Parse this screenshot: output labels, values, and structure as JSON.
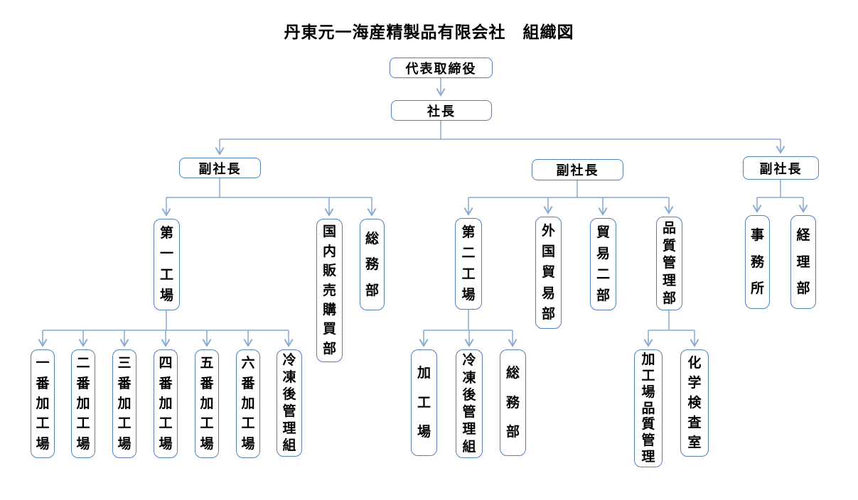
{
  "title": "丹東元一海産精製品有限会社　組織図",
  "colors": {
    "box_border": "#4f81bd",
    "connector_line": "#85a9d4",
    "text": "#000000",
    "background": "#ffffff"
  },
  "org": {
    "nodes": [
      {
        "id": "ceo",
        "label": "代表取締役",
        "parent": null
      },
      {
        "id": "president",
        "label": "社長",
        "parent": "ceo"
      },
      {
        "id": "vp-1",
        "label": "副社長",
        "parent": "president"
      },
      {
        "id": "vp-2",
        "label": "副社長",
        "parent": "president"
      },
      {
        "id": "vp-3",
        "label": "副社長",
        "parent": "president"
      },
      {
        "id": "factory-1",
        "label": "第一工場",
        "parent": "vp-1"
      },
      {
        "id": "domestic-sales",
        "label": "国内販売購買部",
        "parent": "vp-1"
      },
      {
        "id": "general-affairs-1",
        "label": "総務部",
        "parent": "vp-1"
      },
      {
        "id": "plant-1",
        "label": "一番加工場",
        "parent": "factory-1"
      },
      {
        "id": "plant-2",
        "label": "二番加工場",
        "parent": "factory-1"
      },
      {
        "id": "plant-3",
        "label": "三番加工場",
        "parent": "factory-1"
      },
      {
        "id": "plant-4",
        "label": "四番加工場",
        "parent": "factory-1"
      },
      {
        "id": "plant-5",
        "label": "五番加工場",
        "parent": "factory-1"
      },
      {
        "id": "plant-6",
        "label": "六番加工場",
        "parent": "factory-1"
      },
      {
        "id": "post-freezing-1",
        "label": "冷凍後管理組",
        "parent": "factory-1"
      },
      {
        "id": "factory-2",
        "label": "第二工場",
        "parent": "vp-2"
      },
      {
        "id": "foreign-trade",
        "label": "外国貿易部",
        "parent": "vp-2"
      },
      {
        "id": "trade-2",
        "label": "貿易二部",
        "parent": "vp-2"
      },
      {
        "id": "quality-control",
        "label": "品質管理部",
        "parent": "vp-2"
      },
      {
        "id": "processing-plant",
        "label": "加工場",
        "parent": "factory-2"
      },
      {
        "id": "post-freezing-2",
        "label": "冷凍後管理組",
        "parent": "factory-2"
      },
      {
        "id": "general-affairs-2",
        "label": "総務部",
        "parent": "factory-2"
      },
      {
        "id": "plant-quality",
        "label": "加工場品質管理",
        "parent": "quality-control"
      },
      {
        "id": "chemical-lab",
        "label": "化学検査室",
        "parent": "quality-control"
      },
      {
        "id": "office",
        "label": "事務所",
        "parent": "vp-3"
      },
      {
        "id": "accounting",
        "label": "経理部",
        "parent": "vp-3"
      }
    ]
  }
}
